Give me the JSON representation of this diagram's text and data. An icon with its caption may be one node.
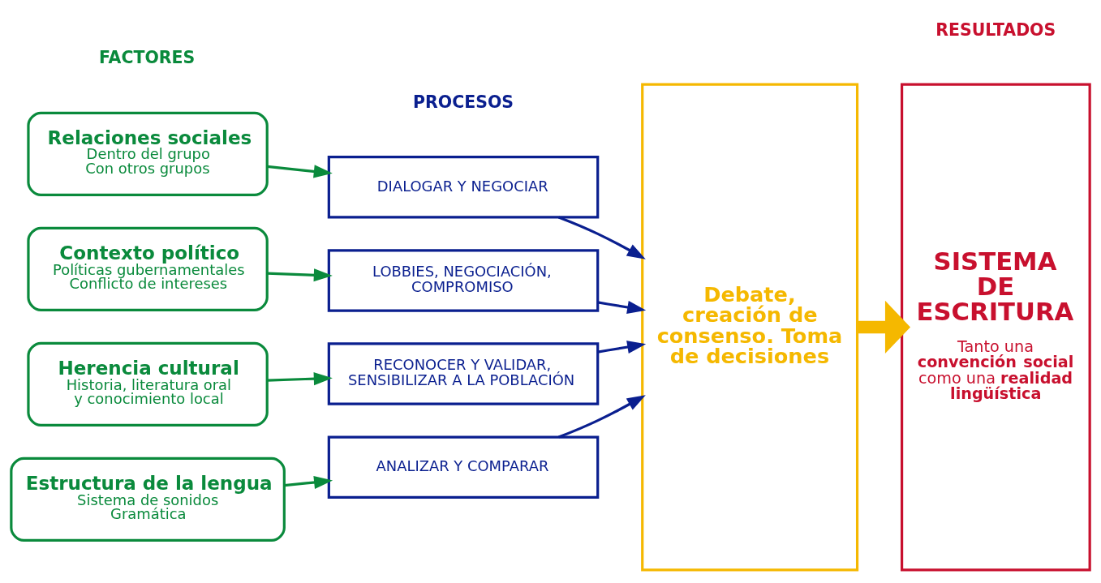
{
  "diagram": {
    "nodes": [
      {
        "text": [
          "Relaciones sociales",
          "Dentro del grupo",
          "Con otros grupos"
        ]
      },
      {
        "text": [
          "Contexto político",
          "Políticas gubernamentales",
          "Conflicto de intereses"
        ]
      },
      {
        "text": [
          "Herencia cultural",
          "Historia, literatura oral y conocimiento local"
        ]
      },
      {
        "text": [
          "Estructura de la lengua",
          "Sistema de sonidos",
          "Gramática"
        ]
      },
      {
        "text": [
          "DIALOGAR Y NEGOCIAR"
        ]
      },
      {
        "text": [
          "LOBBIES, NEGOCIACIÓN, COMPROMISO"
        ]
      },
      {
        "text": [
          "RECONOCER Y VALIDAR, SENSIBILIZAR A LA POBLACIÓN"
        ]
      },
      {
        "text": [
          "ANALIZAR Y COMPARAR"
        ]
      },
      {
        "text": [
          "Debate, creación de consenso. Toma de decisiones"
        ]
      },
      {
        "text": [
          "SISTEMA DE ESCRITURA",
          "Tanto una **convención social** como una **realidad lingüística**"
        ]
      }
    ],
    "edges": [
      {
        "from": 0,
        "to": 4,
        "arrow": "to",
        "color": "#0a8a3c"
      },
      {
        "from": 1,
        "to": 5,
        "arrow": "to",
        "color": "#0a8a3c"
      },
      {
        "from": 2,
        "to": 6,
        "arrow": "to",
        "color": "#0a8a3c"
      },
      {
        "from": 3,
        "to": 7,
        "arrow": "to",
        "color": "#0a8a3c"
      },
      {
        "from": 4,
        "to": 8,
        "arrow": "to",
        "color": "#0a1f8f"
      },
      {
        "from": 5,
        "to": 8,
        "arrow": "to",
        "color": "#0a1f8f"
      },
      {
        "from": 6,
        "to": 8,
        "arrow": "to",
        "color": "#0a1f8f"
      },
      {
        "from": 7,
        "to": 8,
        "arrow": "to",
        "color": "#0a1f8f"
      },
      {
        "from": 8,
        "to": 9,
        "arrow": "to",
        "style": "thick",
        "color": "#f5b800"
      }
    ],
    "labels": [
      "FACTORES",
      "PROCESOS",
      "RESULTADOS"
    ]
  }
}
